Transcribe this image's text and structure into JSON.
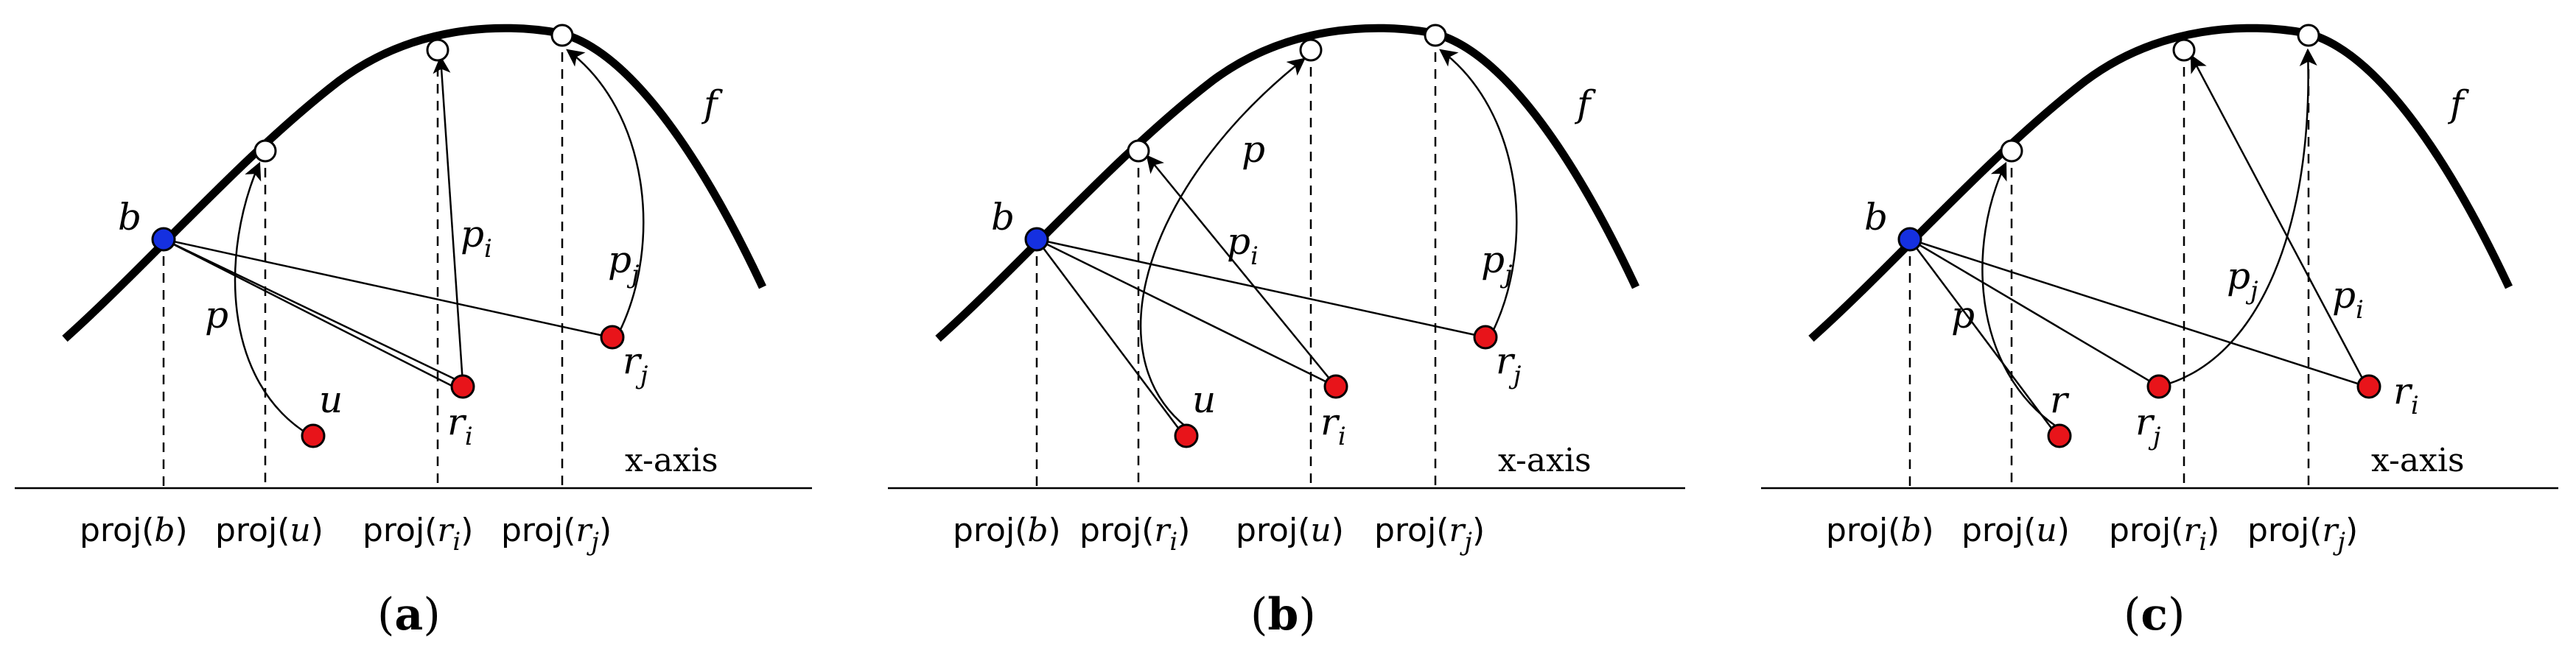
{
  "panels": [
    {
      "id": "a",
      "panel_label": "a",
      "curve_label": "f",
      "axis_label": "x-axis",
      "points": {
        "b": {
          "label": "b"
        },
        "u": {
          "label": "u"
        },
        "r1": {
          "label": "r",
          "sub": "i"
        },
        "r2": {
          "label": "r",
          "sub": "j"
        }
      },
      "arrows": [
        {
          "label": "p",
          "sub": ""
        },
        {
          "label": "p",
          "sub": "i"
        },
        {
          "label": "p",
          "sub": "j"
        }
      ],
      "proj_labels": [
        {
          "fn": "proj",
          "arg": "b",
          "sub": ""
        },
        {
          "fn": "proj",
          "arg": "u",
          "sub": ""
        },
        {
          "fn": "proj",
          "arg": "r",
          "sub": "i"
        },
        {
          "fn": "proj",
          "arg": "r",
          "sub": "j"
        }
      ]
    },
    {
      "id": "b",
      "panel_label": "b",
      "curve_label": "f",
      "axis_label": "x-axis",
      "points": {
        "b": {
          "label": "b"
        },
        "u": {
          "label": "u"
        },
        "r1": {
          "label": "r",
          "sub": "i"
        },
        "r2": {
          "label": "r",
          "sub": "j"
        }
      },
      "arrows": [
        {
          "label": "p",
          "sub": ""
        },
        {
          "label": "p",
          "sub": "i"
        },
        {
          "label": "p",
          "sub": "j"
        }
      ],
      "proj_labels": [
        {
          "fn": "proj",
          "arg": "b",
          "sub": ""
        },
        {
          "fn": "proj",
          "arg": "r",
          "sub": "i"
        },
        {
          "fn": "proj",
          "arg": "u",
          "sub": ""
        },
        {
          "fn": "proj",
          "arg": "r",
          "sub": "j"
        }
      ]
    },
    {
      "id": "c",
      "panel_label": "c",
      "curve_label": "f",
      "axis_label": "x-axis",
      "points": {
        "b": {
          "label": "b"
        },
        "u": {
          "label": "r"
        },
        "r1": {
          "label": "r",
          "sub": "j"
        },
        "r2": {
          "label": "r",
          "sub": "i"
        }
      },
      "arrows": [
        {
          "label": "p",
          "sub": ""
        },
        {
          "label": "p",
          "sub": "j"
        },
        {
          "label": "p",
          "sub": "i"
        }
      ],
      "proj_labels": [
        {
          "fn": "proj",
          "arg": "b",
          "sub": ""
        },
        {
          "fn": "proj",
          "arg": "u",
          "sub": ""
        },
        {
          "fn": "proj",
          "arg": "r",
          "sub": "i"
        },
        {
          "fn": "proj",
          "arg": "r",
          "sub": "j"
        }
      ]
    }
  ]
}
